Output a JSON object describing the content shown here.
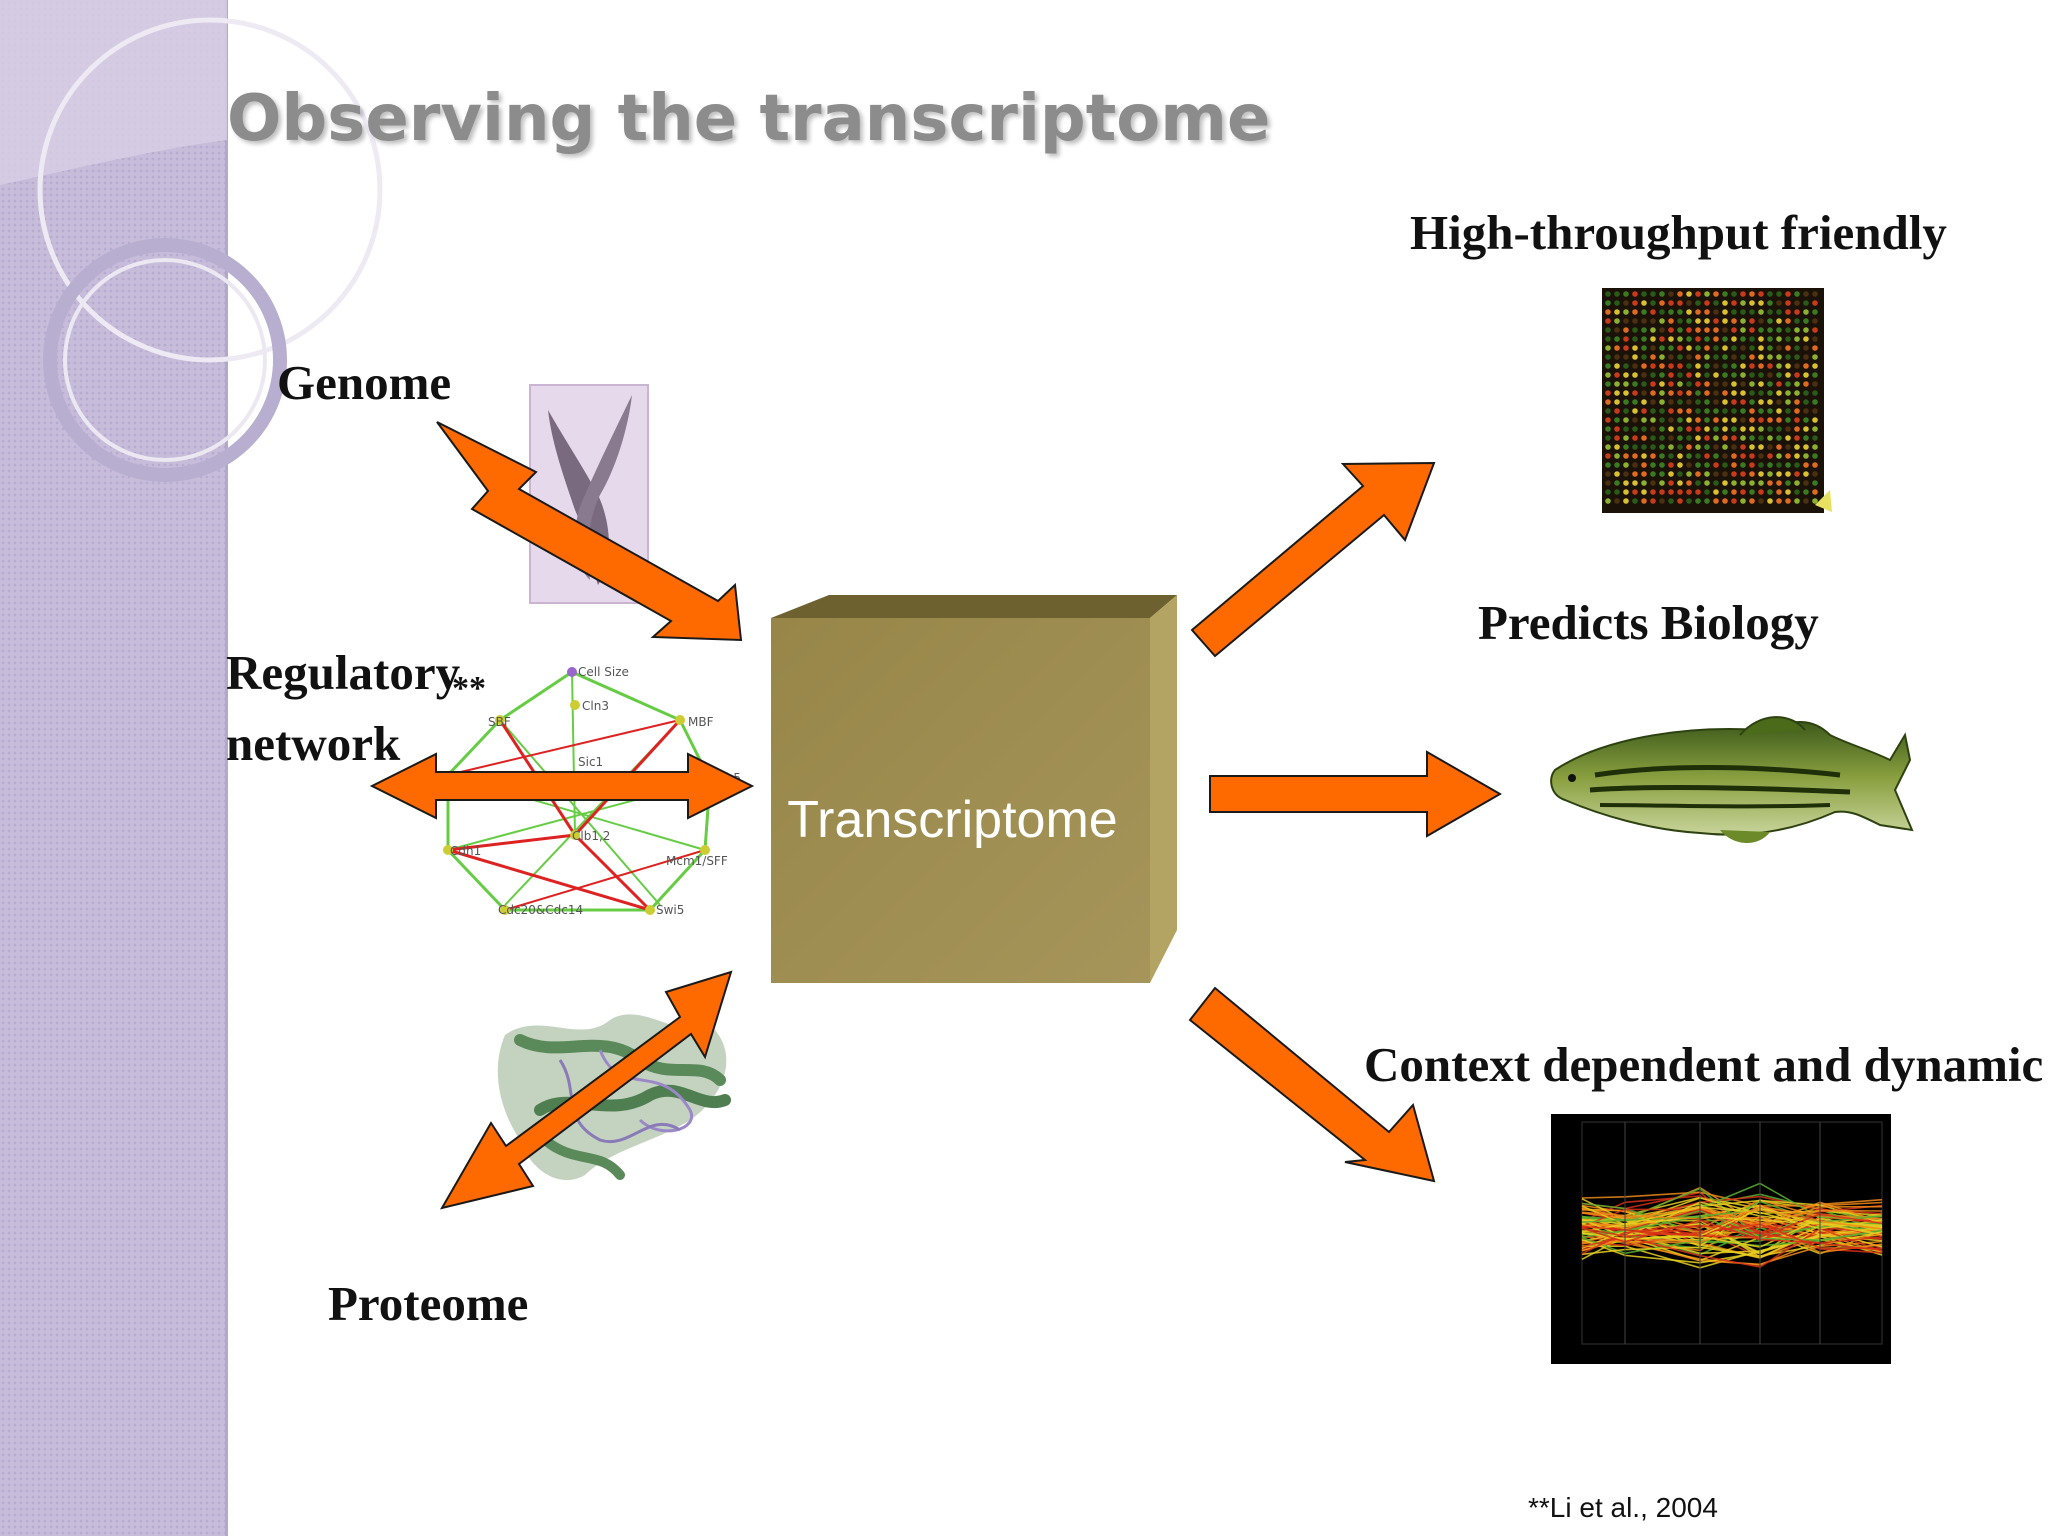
{
  "slide": {
    "title": "Observing the transcriptome",
    "center_box": {
      "label": "Transcriptome",
      "color": "#9c8b4a"
    },
    "inputs": {
      "genome": "Genome",
      "regulatory_line1": "Regulatory",
      "regulatory_line2": "network",
      "regulatory_marker": "**",
      "proteome": "Proteome"
    },
    "outputs": {
      "high_throughput": "High-throughput friendly",
      "predicts_biology": "Predicts Biology",
      "context_dependent": "Context dependent and dynamic"
    },
    "network_nodes": [
      "Cell Size",
      "Cln3",
      "SBF",
      "MBF",
      "Sic1",
      "Clb5",
      "Cdh1",
      "Clb1,2",
      "Mcm1/SFF",
      "Cdc20&Cdc14",
      "Swi5"
    ],
    "citation": "**Li et al., 2004",
    "colors": {
      "arrow": "#ff6a00",
      "arrow_outline": "#1a1a1a",
      "sidebar": "#c9bfdc"
    }
  }
}
